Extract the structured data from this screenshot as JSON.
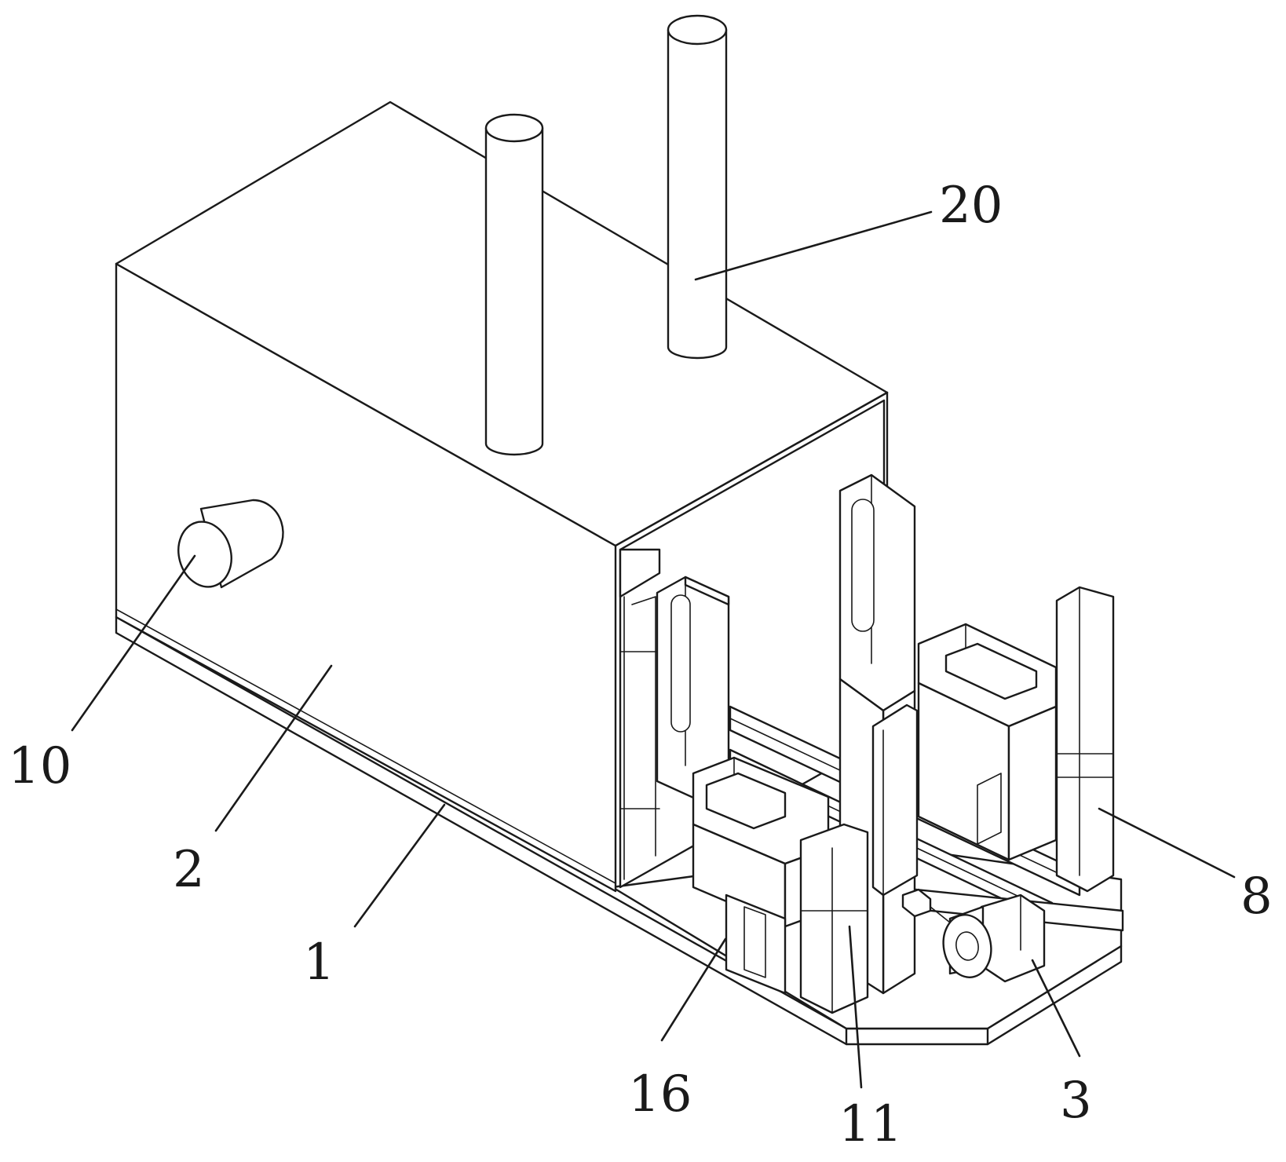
{
  "figure": {
    "callouts": [
      {
        "id": "label-20",
        "text": "20"
      },
      {
        "id": "label-10",
        "text": "10"
      },
      {
        "id": "label-2",
        "text": "2"
      },
      {
        "id": "label-1",
        "text": "1"
      },
      {
        "id": "label-8",
        "text": "8"
      },
      {
        "id": "label-16",
        "text": "16"
      },
      {
        "id": "label-11",
        "text": "11"
      },
      {
        "id": "label-3",
        "text": "3"
      }
    ]
  }
}
